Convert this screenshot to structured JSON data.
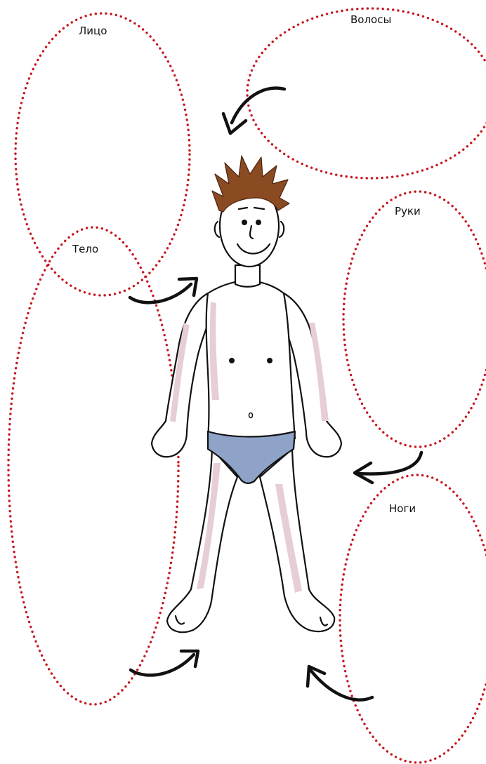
{
  "zones": {
    "face": {
      "label": "Лицо"
    },
    "hair": {
      "label": "Волосы"
    },
    "arms": {
      "label": "Руки"
    },
    "body": {
      "label": "Тело"
    },
    "legs": {
      "label": "Ноги"
    }
  },
  "colors": {
    "dots": "#c7161d",
    "hair": "#8a4a22",
    "skin_shade": "#e6cdd6",
    "briefs": "#8fa3c9",
    "outline": "#111111"
  }
}
